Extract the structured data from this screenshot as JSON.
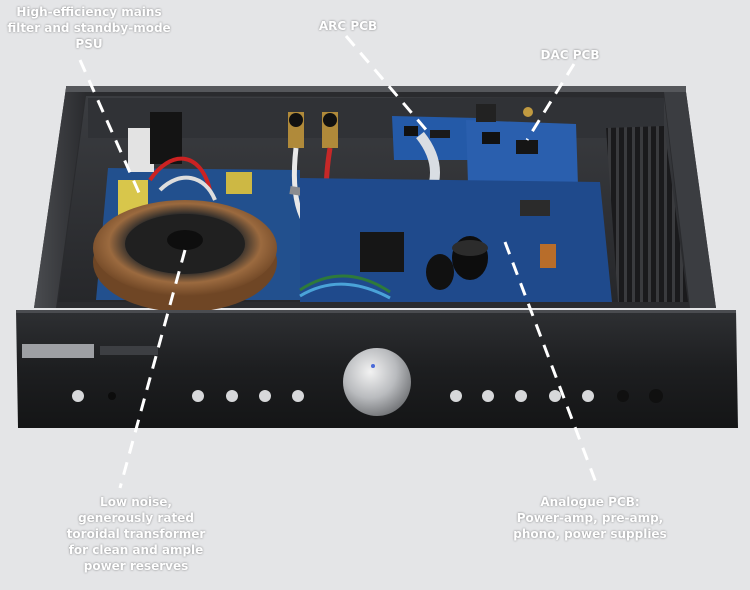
{
  "callouts": {
    "mains_psu": {
      "lines": [
        "High-efficiency mains",
        "filter and standby-mode",
        "PSU"
      ]
    },
    "arc_pcb": {
      "lines": [
        "ARC PCB"
      ]
    },
    "dac_pcb": {
      "lines": [
        "DAC PCB"
      ]
    },
    "transformer": {
      "lines": [
        "Low noise,",
        "generously rated",
        "toroidal transformer",
        "for clean and ample",
        "power reserves"
      ]
    },
    "analogue_pcb": {
      "lines": [
        "Analogue PCB:",
        "Power-amp, pre-amp,",
        "phono, power supplies"
      ]
    }
  },
  "colors": {
    "background": "#e4e5e7",
    "chassis": "#2a2b2e",
    "pcb": "#1f4a8c",
    "front_panel": "#1b1c1e",
    "label_text": "#ffffff"
  }
}
